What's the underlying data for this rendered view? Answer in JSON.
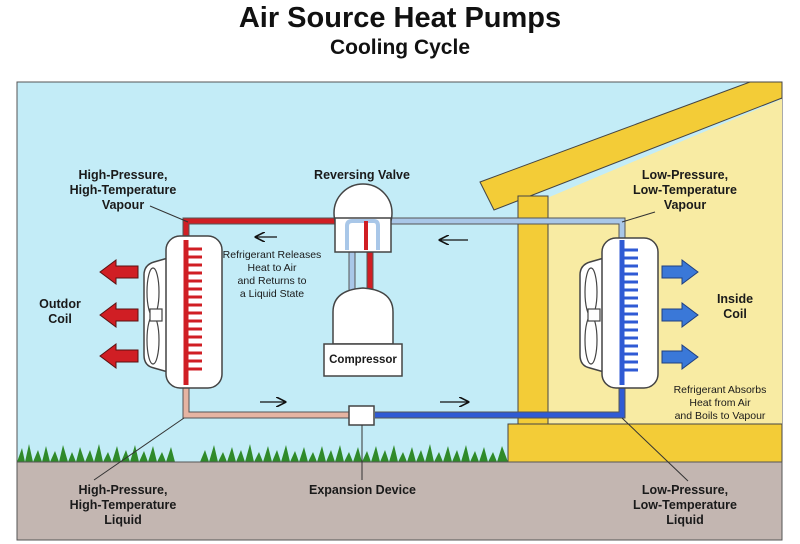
{
  "title": "Air Source Heat Pumps",
  "subtitle": "Cooling Cycle",
  "labels": {
    "outdoor_vapour": "High-Pressure,\nHigh-Temperature\nVapour",
    "reversing_valve": "Reversing Valve",
    "indoor_vapour": "Low-Pressure,\nLow-Temperature\nVapour",
    "outdoor_coil": "Outdor\nCoil",
    "inside_coil": "Inside\nCoil",
    "compressor": "Compressor",
    "expansion_device": "Expansion Device",
    "outdoor_liquid": "High-Pressure,\nHigh-Temperature\nLiquid",
    "indoor_liquid": "Low-Pressure,\nLow-Temperature\nLiquid"
  },
  "notes": {
    "releases": "Refrigerant Releases\nHeat to Air\nand Returns to\na Liquid State",
    "absorbs": "Refrigerant Absorbs\nHeat from Air\nand Boils to Vapour"
  },
  "colors": {
    "sky": "#c3ecf7",
    "house_wall": "#f8eba3",
    "house_frame": "#f3cc37",
    "ground": "#c3b6b1",
    "hot_line": "#d01e24",
    "cold_line": "#2f5ad4",
    "liquid_warm": "#e6b4a2",
    "vapour_cold": "#a9c7e8"
  }
}
